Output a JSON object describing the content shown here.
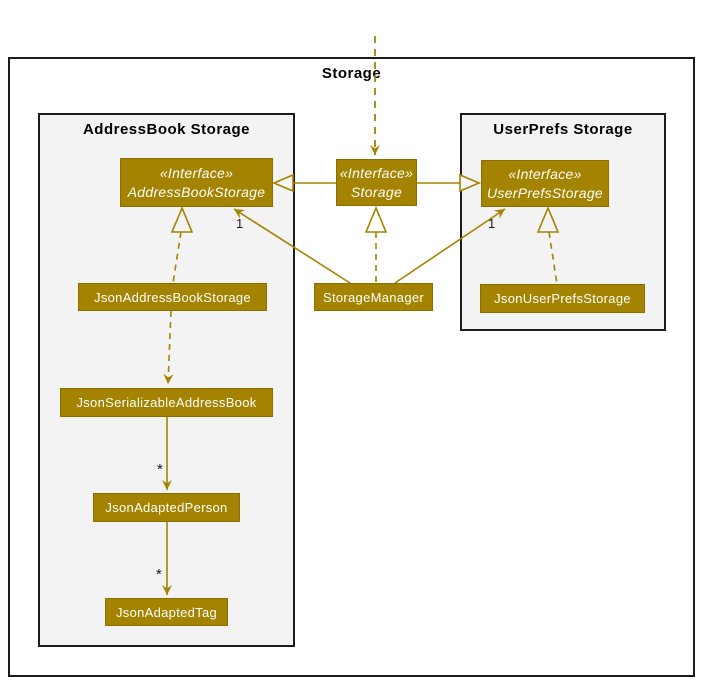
{
  "diagram_title": "Storage",
  "frames": {
    "addressbook": {
      "title": "AddressBook Storage"
    },
    "userprefs": {
      "title": "UserPrefs Storage"
    }
  },
  "classes": {
    "addressBookStorage": {
      "stereotype": "«Interface»",
      "name": "AddressBookStorage"
    },
    "storage": {
      "stereotype": "«Interface»",
      "name": "Storage"
    },
    "userPrefsStorage": {
      "stereotype": "«Interface»",
      "name": "UserPrefsStorage"
    },
    "jsonAddressBookStorage": {
      "name": "JsonAddressBookStorage"
    },
    "storageManager": {
      "name": "StorageManager"
    },
    "jsonUserPrefsStorage": {
      "name": "JsonUserPrefsStorage"
    },
    "jsonSerializableAddressBook": {
      "name": "JsonSerializableAddressBook"
    },
    "jsonAdaptedPerson": {
      "name": "JsonAdaptedPerson"
    },
    "jsonAdaptedTag": {
      "name": "JsonAdaptedTag"
    }
  },
  "multiplicities": {
    "storageManager_to_addressBookStorage": "1",
    "storageManager_to_userPrefsStorage": "1",
    "serializableAddressBook_to_adaptedPerson": "*",
    "adaptedPerson_to_adaptedTag": "*"
  },
  "colors": {
    "accent": "#A38300",
    "frame_background": "#F3F3F3",
    "frame_border": "#1C1C1C",
    "box_text": "#FFFFFF"
  }
}
